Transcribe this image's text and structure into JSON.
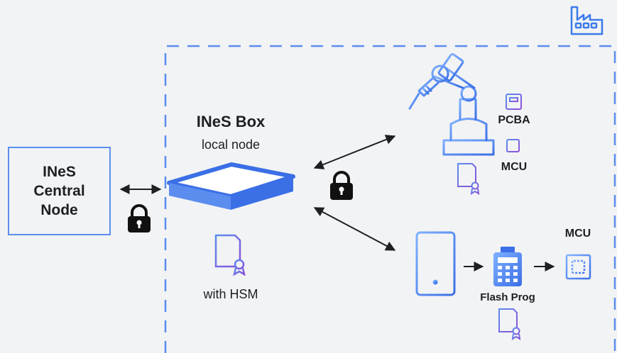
{
  "central_node": {
    "line1": "INeS",
    "line2": "Central",
    "line3": "Node"
  },
  "ines_box": {
    "title": "INeS Box",
    "subtitle": "local node",
    "hsm_label": "with HSM"
  },
  "robot_station": {
    "pcba_label": "PCBA",
    "mcu_label": "MCU"
  },
  "programmer_chain": {
    "flash_prog_label": "Flash Prog",
    "mcu_label": "MCU"
  },
  "colors": {
    "blue": "#5b8def",
    "purple": "#7c4ddb",
    "text": "#1e1f22",
    "background": "#f2f3f4"
  }
}
